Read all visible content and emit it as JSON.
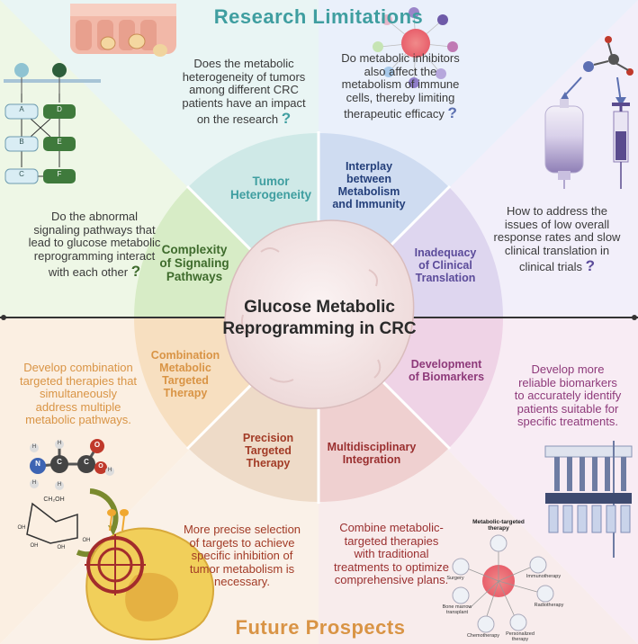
{
  "header_top": "Research Limitations",
  "header_bottom": "Future Prospects",
  "center_title": [
    "Glucose Metabolic",
    "Reprogramming in CRC"
  ],
  "colors": {
    "teal": "#3f9ea0",
    "green": "#3e6b2c",
    "blue": "#243f7a",
    "purple": "#5b4b9a",
    "orange": "#d99445",
    "brown": "#a23b26",
    "maroon": "#9a2f2f",
    "magenta": "#8e3a7a",
    "divider": "#333333"
  },
  "research": {
    "q1": [
      "Does the metabolic",
      "heterogeneity of tumors",
      "among different CRC",
      "patients have an impact",
      "on the research"
    ],
    "q2": [
      "Do metabolic inhibitors",
      "also affect the",
      "metabolism of immune",
      "cells, thereby limiting",
      "therapeutic efficacy"
    ],
    "q3": [
      "Do the abnormal",
      "signaling pathways that",
      "lead to glucose metabolic",
      "reprogramming interact",
      "with each other"
    ],
    "q4": [
      "How to address the",
      "issues of low overall",
      "response rates and slow",
      "clinical translation in",
      "clinical trials"
    ],
    "qmark": "?"
  },
  "wheel": {
    "tumor_heterogeneity": [
      "Tumor",
      "Heterogeneity"
    ],
    "interplay": [
      "Interplay",
      "between",
      "Metabolism",
      "and Immunity"
    ],
    "signaling": [
      "Complexity",
      "of Signaling",
      "Pathways"
    ],
    "clinical": [
      "Inadequacy",
      "of Clinical",
      "Translation"
    ],
    "combination": [
      "Combination",
      "Metabolic",
      "Targeted",
      "Therapy"
    ],
    "biomarkers": [
      "Development",
      "of Biomarkers"
    ],
    "precision": [
      "Precision",
      "Targeted",
      "Therapy"
    ],
    "multidisciplinary": [
      "Multidisciplinary",
      "Integration"
    ]
  },
  "future": {
    "p1": [
      "Develop combination",
      "targeted therapies that",
      "simultaneously",
      "address multiple",
      "metabolic pathways."
    ],
    "p2": [
      "Develop more",
      "reliable biomarkers",
      "to accurately identify",
      "patients suitable for",
      "specific treatments."
    ],
    "p3": [
      "More precise selection",
      "of targets to achieve",
      "specific inhibition of",
      "tumor metabolism is",
      "necessary."
    ],
    "p4": [
      "Combine metabolic-",
      "targeted therapies",
      "with traditional",
      "treatments to optimize",
      "comprehensive plans."
    ]
  },
  "pathway_nodes": {
    "A": "A",
    "B": "B",
    "C": "C",
    "D": "D",
    "E": "E",
    "F": "F"
  },
  "molecule": {
    "h": "H",
    "n": "N",
    "c": "C",
    "o": "O",
    "ch2oh": "CH₂OH",
    "oh": "OH"
  },
  "therapy_hub": {
    "title": [
      "Metabolic-targeted",
      "therapy"
    ],
    "items": [
      "Surgery",
      "Immunotherapy",
      "Radiotherapy",
      "Chemotherapy",
      "Personalized therapy",
      "Bone marrow transplant"
    ]
  }
}
